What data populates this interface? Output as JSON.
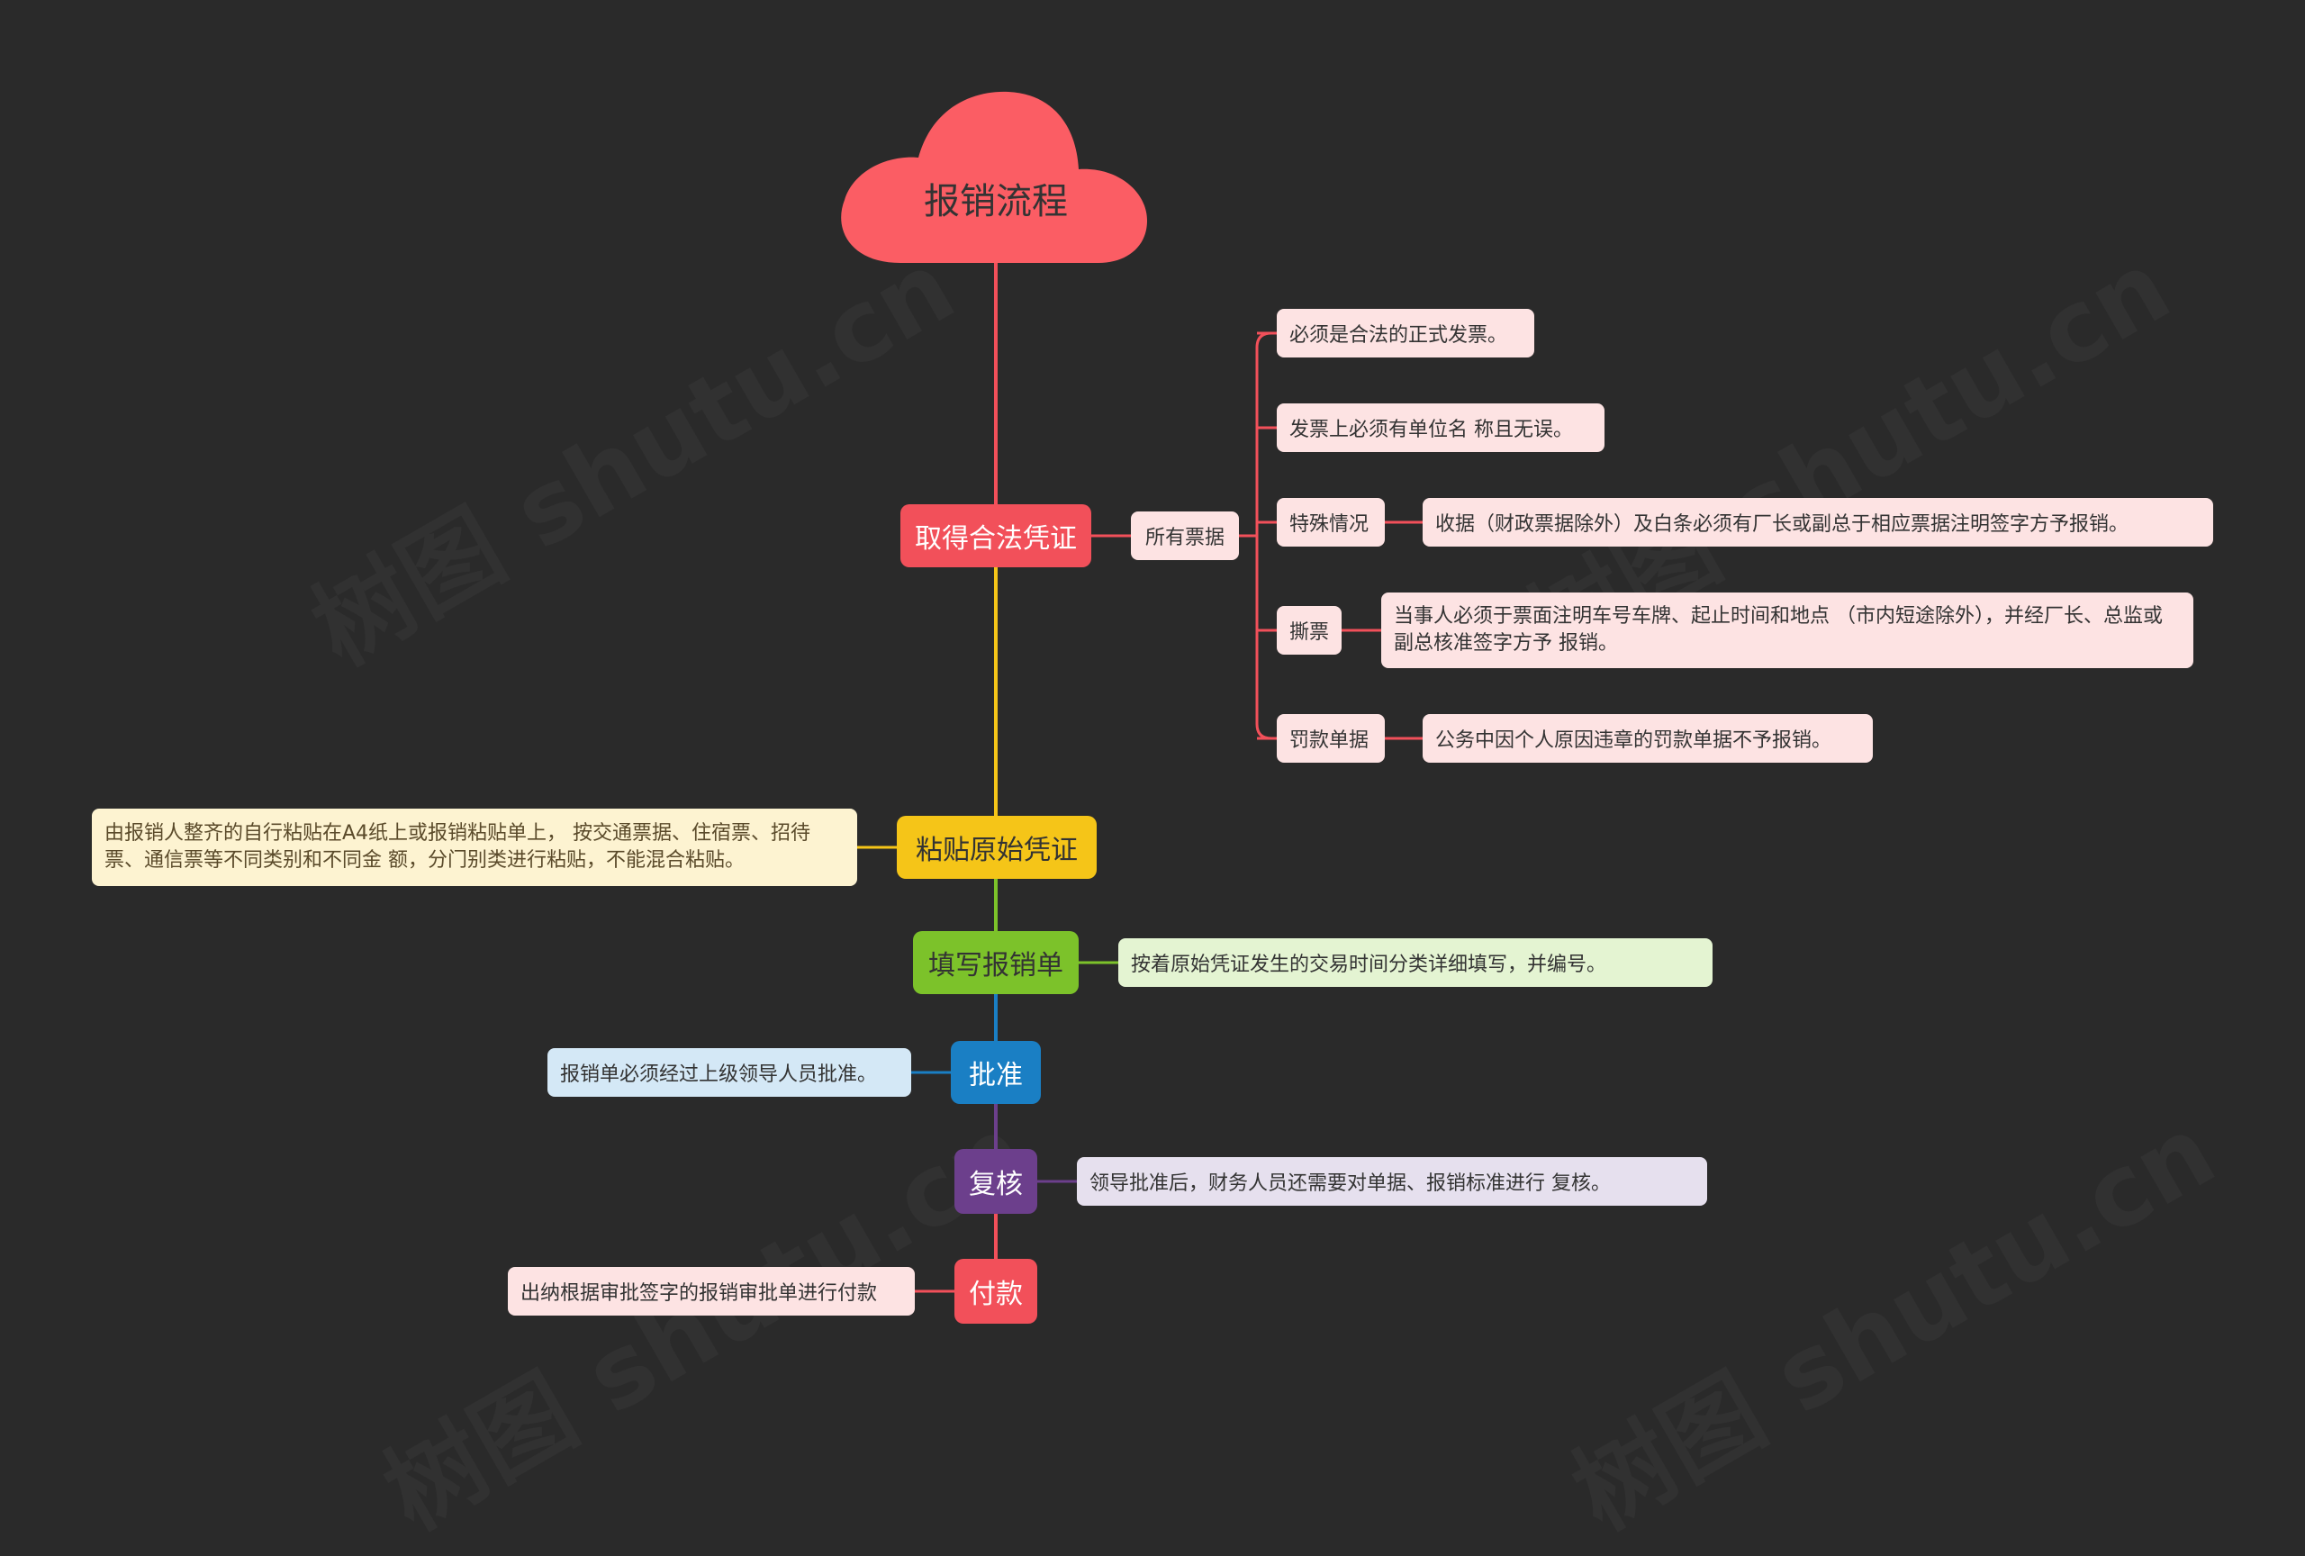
{
  "title": "报销流程",
  "watermark": "树图 shutu.cn",
  "colors": {
    "background": "#2a2a2a",
    "root": "#fb5d64",
    "step1": "#f2505a",
    "step2": "#f5c518",
    "step3": "#7cc22a",
    "step4": "#1a7fc4",
    "step5": "#6c3f8c",
    "step6": "#f2505a"
  },
  "steps": [
    {
      "label": "取得合法凭证",
      "sub": {
        "label": "所有票据",
        "items": [
          {
            "label": "必须是合法的正式发票。"
          },
          {
            "label": "发票上必须有单位名 称且无误。"
          },
          {
            "label": "特殊情况",
            "detail": "收据（财政票据除外）及白条必须有厂长或副总于相应票据注明签字方予报销。"
          },
          {
            "label": "撕票",
            "detail": "当事人必须于票面注明车号车牌、起止时间和地点 （市内短途除外），并经厂长、总监或副总核准签字方予 报销。"
          },
          {
            "label": "罚款单据",
            "detail": "公务中因个人原因违章的罚款单据不予报销。"
          }
        ]
      }
    },
    {
      "label": "粘贴原始凭证",
      "note": "由报销人整齐的自行粘贴在A4纸上或报销粘贴单上， 按交通票据、住宿票、招待票、通信票等不同类别和不同金 额，分门别类进行粘贴，不能混合粘贴。"
    },
    {
      "label": "填写报销单",
      "note": "按着原始凭证发生的交易时间分类详细填写，并编号。"
    },
    {
      "label": "批准",
      "note": "报销单必须经过上级领导人员批准。"
    },
    {
      "label": "复核",
      "note": "领导批准后，财务人员还需要对单据、报销标准进行 复核。"
    },
    {
      "label": "付款",
      "note": "出纳根据审批签字的报销审批单进行付款"
    }
  ]
}
